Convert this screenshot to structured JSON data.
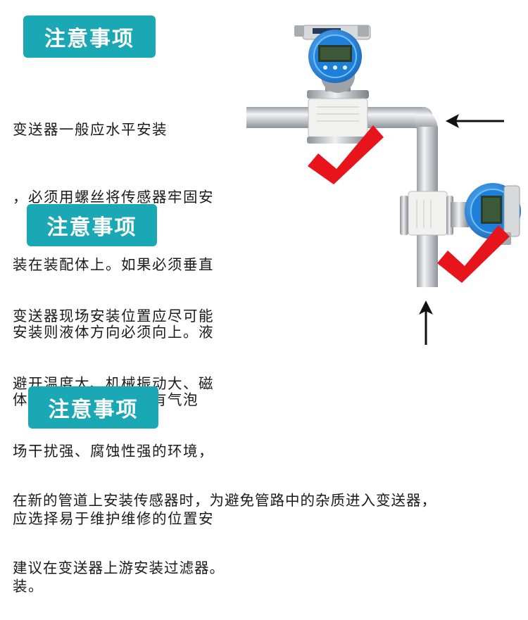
{
  "sections": [
    {
      "heading": "注意事项",
      "lines": [
        "变送器一般应水平安装",
        "，必须用螺丝将传感器牢固安",
        "装在装配体上。如果必须垂直",
        "安装则液体方向必须向上。液",
        "体应充满管道，不得有气泡"
      ]
    },
    {
      "heading": "注意事项",
      "lines": [
        "变送器现场安装位置应尽可能",
        "避开温度大、机械振动大、磁",
        "场干扰强、腐蚀性强的环境，",
        "应选择易于维护维修的位置安",
        "装。"
      ]
    },
    {
      "heading": "注意事项",
      "lines": [
        "在新的管道上安装传感器时，为避免管路中的杂质进入变送器，",
        "建议在变送器上游安装过滤器。"
      ]
    }
  ],
  "diagram": {
    "pipe_color": "#c9ccd0",
    "transmitter_color": "#2f8fe0",
    "check_color": "#e8141b",
    "arrow_color": "#111111",
    "icons": [
      "flowmeter-horizontal",
      "flowmeter-vertical",
      "checkmark-icon",
      "flow-arrow-icon"
    ]
  }
}
